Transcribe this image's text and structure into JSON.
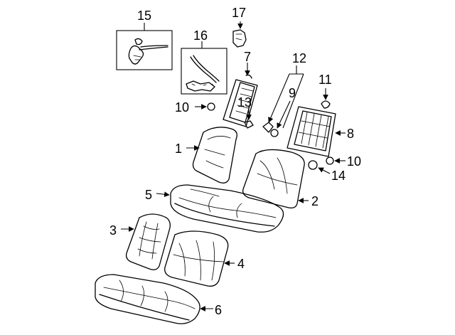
{
  "diagram": {
    "callouts": {
      "p1": "1",
      "p2": "2",
      "p3": "3",
      "p4": "4",
      "p5": "5",
      "p6": "6",
      "p7": "7",
      "p8": "8",
      "p9": "9",
      "p10a": "10",
      "p10b": "10",
      "p11": "11",
      "p12": "12",
      "p13": "13",
      "p14": "14",
      "p15": "15",
      "p16": "16",
      "p17": "17"
    }
  }
}
